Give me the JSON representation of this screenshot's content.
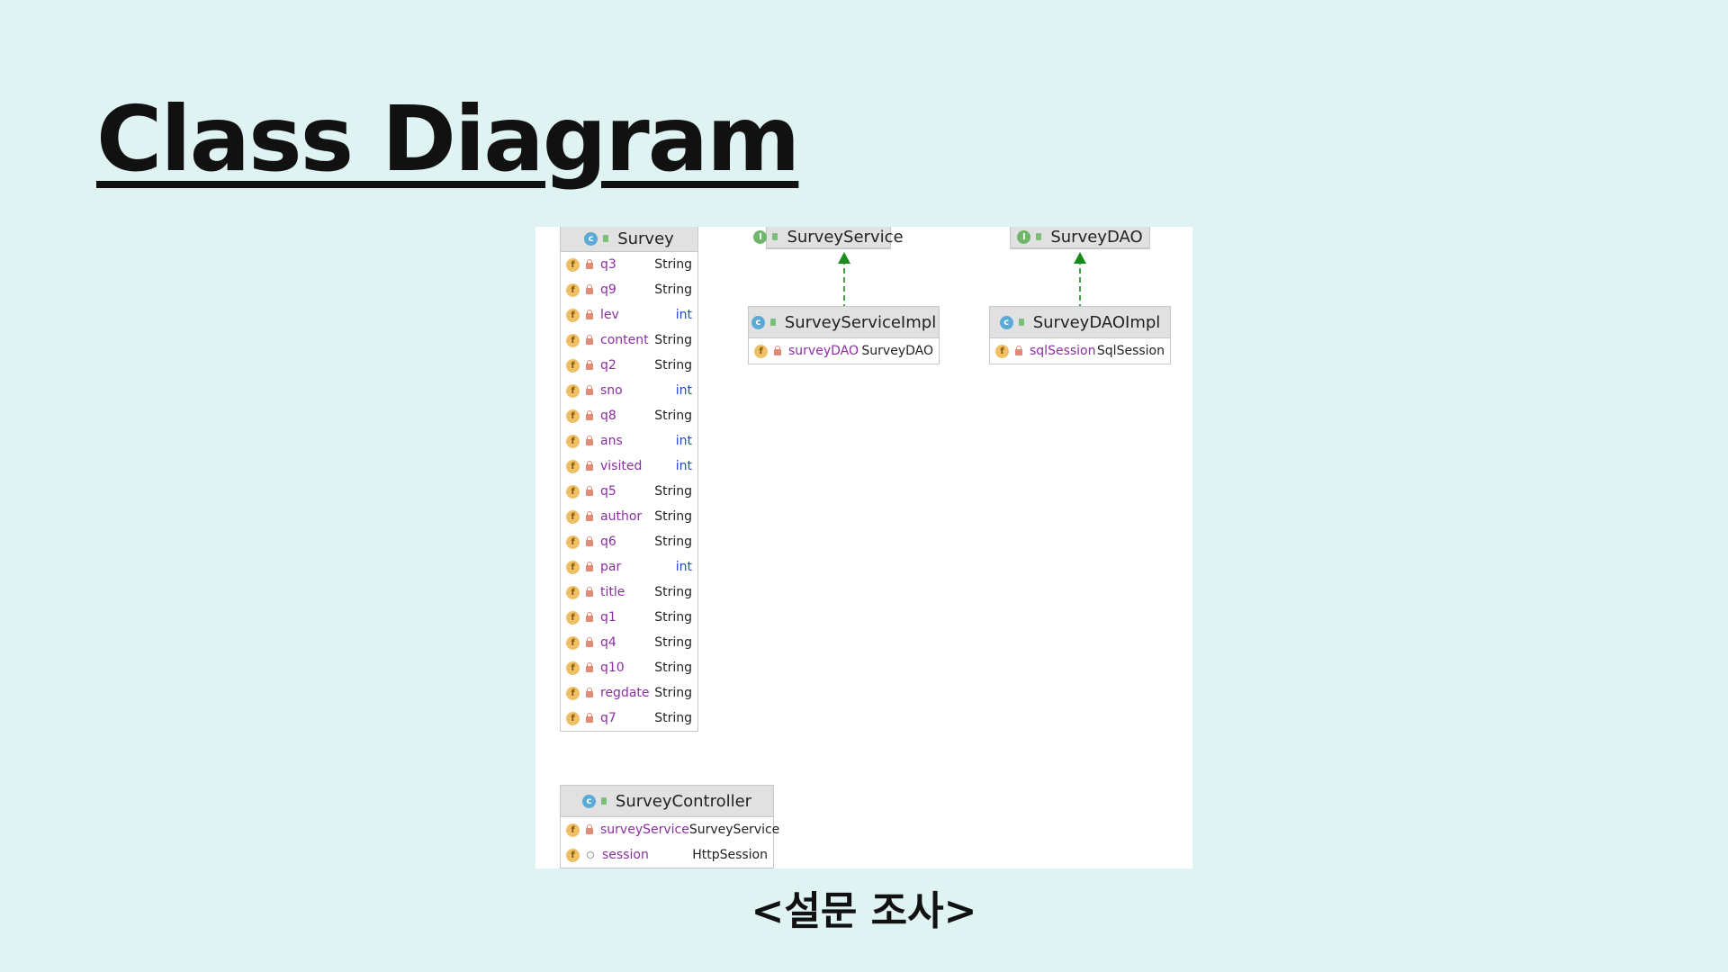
{
  "page": {
    "title": "Class Diagram",
    "caption": "<설문 조사>"
  },
  "colors": {
    "background": "#dff3f2",
    "field_name": "#8a2fa0",
    "primitive_type": "#1f49c8",
    "arrow": "#1a8a1a"
  },
  "classes": {
    "survey": {
      "name": "Survey",
      "kind": "class",
      "fields": [
        {
          "name": "q3",
          "type": "String"
        },
        {
          "name": "q9",
          "type": "String"
        },
        {
          "name": "lev",
          "type": "int"
        },
        {
          "name": "content",
          "type": "String"
        },
        {
          "name": "q2",
          "type": "String"
        },
        {
          "name": "sno",
          "type": "int"
        },
        {
          "name": "q8",
          "type": "String"
        },
        {
          "name": "ans",
          "type": "int"
        },
        {
          "name": "visited",
          "type": "int"
        },
        {
          "name": "q5",
          "type": "String"
        },
        {
          "name": "author",
          "type": "String"
        },
        {
          "name": "q6",
          "type": "String"
        },
        {
          "name": "par",
          "type": "int"
        },
        {
          "name": "title",
          "type": "String"
        },
        {
          "name": "q1",
          "type": "String"
        },
        {
          "name": "q4",
          "type": "String"
        },
        {
          "name": "q10",
          "type": "String"
        },
        {
          "name": "regdate",
          "type": "String"
        },
        {
          "name": "q7",
          "type": "String"
        }
      ]
    },
    "survey_service": {
      "name": "SurveyService",
      "kind": "interface"
    },
    "survey_dao": {
      "name": "SurveyDAO",
      "kind": "interface"
    },
    "survey_service_impl": {
      "name": "SurveyServiceImpl",
      "kind": "class",
      "fields": [
        {
          "name": "surveyDAO",
          "type": "SurveyDAO"
        }
      ]
    },
    "survey_dao_impl": {
      "name": "SurveyDAOImpl",
      "kind": "class",
      "fields": [
        {
          "name": "sqlSession",
          "type": "SqlSession"
        }
      ]
    },
    "survey_controller": {
      "name": "SurveyController",
      "kind": "class",
      "fields": [
        {
          "name": "surveyService",
          "type": "SurveyService"
        },
        {
          "name": "session",
          "type": "HttpSession"
        }
      ]
    }
  },
  "relations": [
    {
      "from": "SurveyServiceImpl",
      "to": "SurveyService",
      "kind": "implements"
    },
    {
      "from": "SurveyDAOImpl",
      "to": "SurveyDAO",
      "kind": "implements"
    }
  ]
}
